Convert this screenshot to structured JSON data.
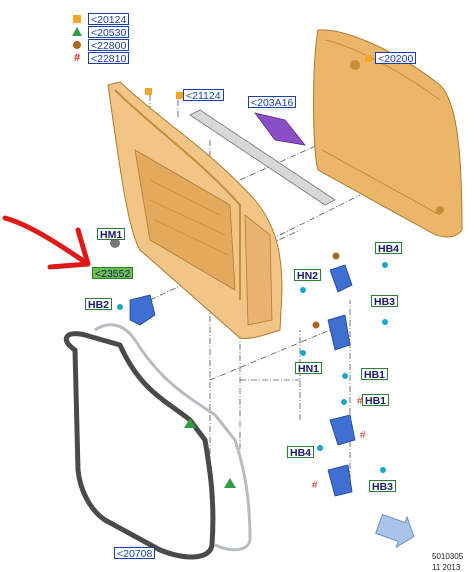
{
  "legend": [
    {
      "symbol": "square",
      "color": "#f5a623",
      "label": "<20124"
    },
    {
      "symbol": "triangle",
      "color": "#2ea043",
      "label": "<20530"
    },
    {
      "symbol": "circle",
      "color": "#b0641e",
      "label": "<22800"
    },
    {
      "symbol": "hash",
      "color": "#e02020",
      "label": "<22810",
      "glyph": "#"
    }
  ],
  "labels": {
    "part_20200": "<20200",
    "part_21124": "<21124",
    "part_203A16": "<203A16",
    "part_23552": "<23552",
    "part_20708": "<20708",
    "hm1": "HM1",
    "hb2": "HB2",
    "hb4_top": "HB4",
    "hn2": "HN2",
    "hb3_top": "HB3",
    "hn1": "HN1",
    "hb1_a": "HB1",
    "hb1_b": "HB1",
    "hb4_bottom": "HB4",
    "hb3_bottom": "HB3"
  },
  "footer": {
    "code": "5010305",
    "date": "11 2013"
  },
  "colors": {
    "door": "#e9b66a",
    "door_dark": "#c98c3a",
    "arrow_red": "#e01818",
    "seal": "#4a4a4a",
    "seal_inner": "#b8bcc2",
    "bracket": "#3f6fd1",
    "purple": "#8a4fc7"
  }
}
